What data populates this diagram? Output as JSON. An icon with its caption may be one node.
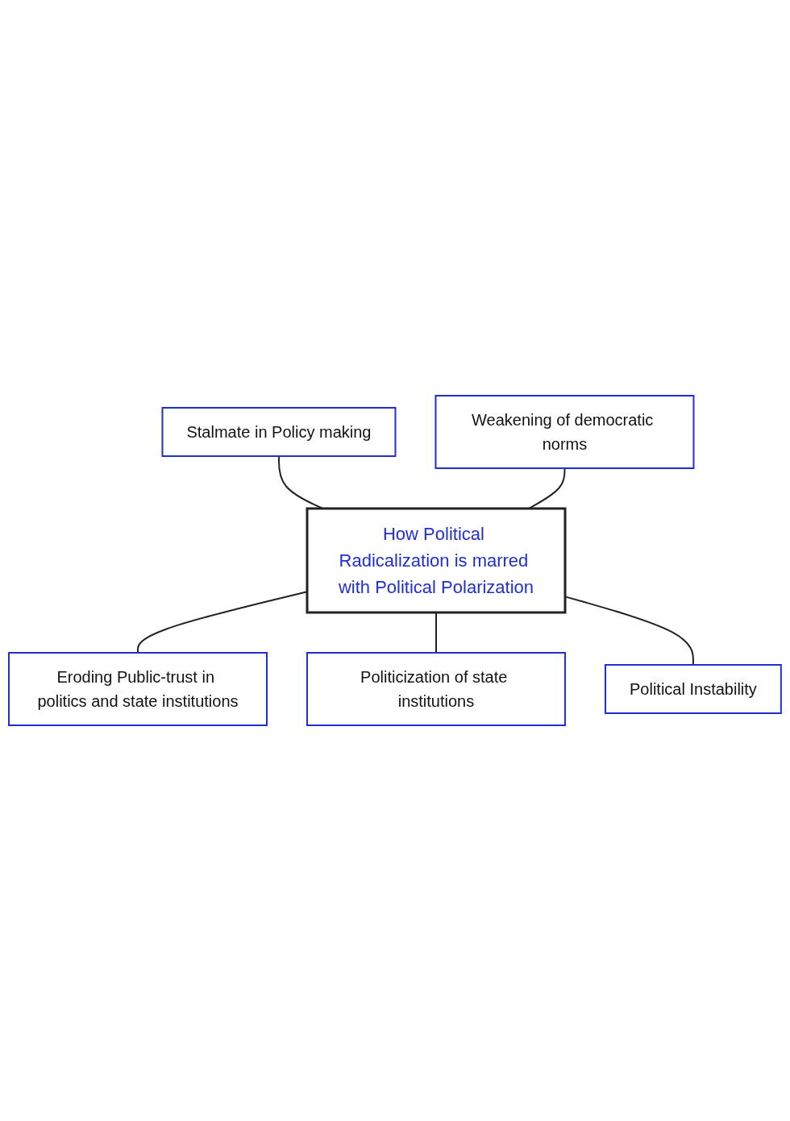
{
  "diagram": {
    "nodes": [
      {
        "text": [
          "Stalmate in Policy making"
        ]
      },
      {
        "text": [
          "Weakening of democratic norms"
        ]
      },
      {
        "text": [
          "How Political Radicalization is marred with Political Polarization"
        ]
      },
      {
        "text": [
          "Eroding Public-trust in politics and state institutions"
        ]
      },
      {
        "text": [
          "Politicization of state institutions"
        ]
      },
      {
        "text": [
          "Political Instability"
        ]
      }
    ],
    "edges": [
      {
        "from": 0,
        "to": 2,
        "arrow": "none"
      },
      {
        "from": 1,
        "to": 2,
        "arrow": "none"
      },
      {
        "from": 2,
        "to": 3,
        "arrow": "none"
      },
      {
        "from": 2,
        "to": 4,
        "arrow": "none"
      },
      {
        "from": 2,
        "to": 5,
        "arrow": "none"
      }
    ]
  }
}
